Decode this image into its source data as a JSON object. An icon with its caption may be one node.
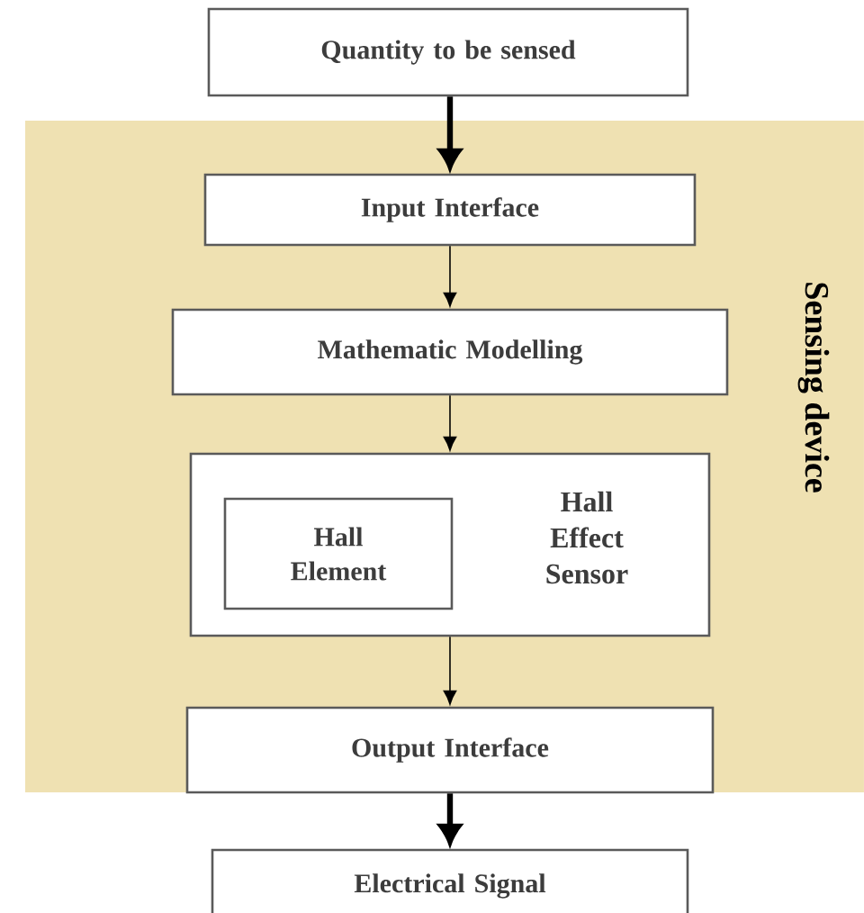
{
  "diagram": {
    "nodes": [
      {
        "text": [
          "Quantity to be sensed"
        ]
      },
      {
        "text": [
          "Sensing device"
        ]
      },
      {
        "text": [
          "Input Interface"
        ],
        "in": 1
      },
      {
        "text": [
          "Mathematic Modelling"
        ],
        "in": 1
      },
      {
        "text": [
          "Hall Effect Sensor"
        ],
        "in": 1
      },
      {
        "text": [
          "Hall Element"
        ],
        "in": 4
      },
      {
        "text": [
          "Output Interface"
        ],
        "in": 1
      },
      {
        "text": [
          "Electrical Signal"
        ]
      }
    ],
    "edges": [
      {
        "from": 0,
        "to": 2,
        "arrow": "to",
        "style": "thick"
      },
      {
        "from": 2,
        "to": 3,
        "arrow": "to"
      },
      {
        "from": 3,
        "to": 4,
        "arrow": "to"
      },
      {
        "from": 4,
        "to": 6,
        "arrow": "to"
      },
      {
        "from": 6,
        "to": 7,
        "arrow": "to",
        "style": "thick"
      }
    ]
  }
}
